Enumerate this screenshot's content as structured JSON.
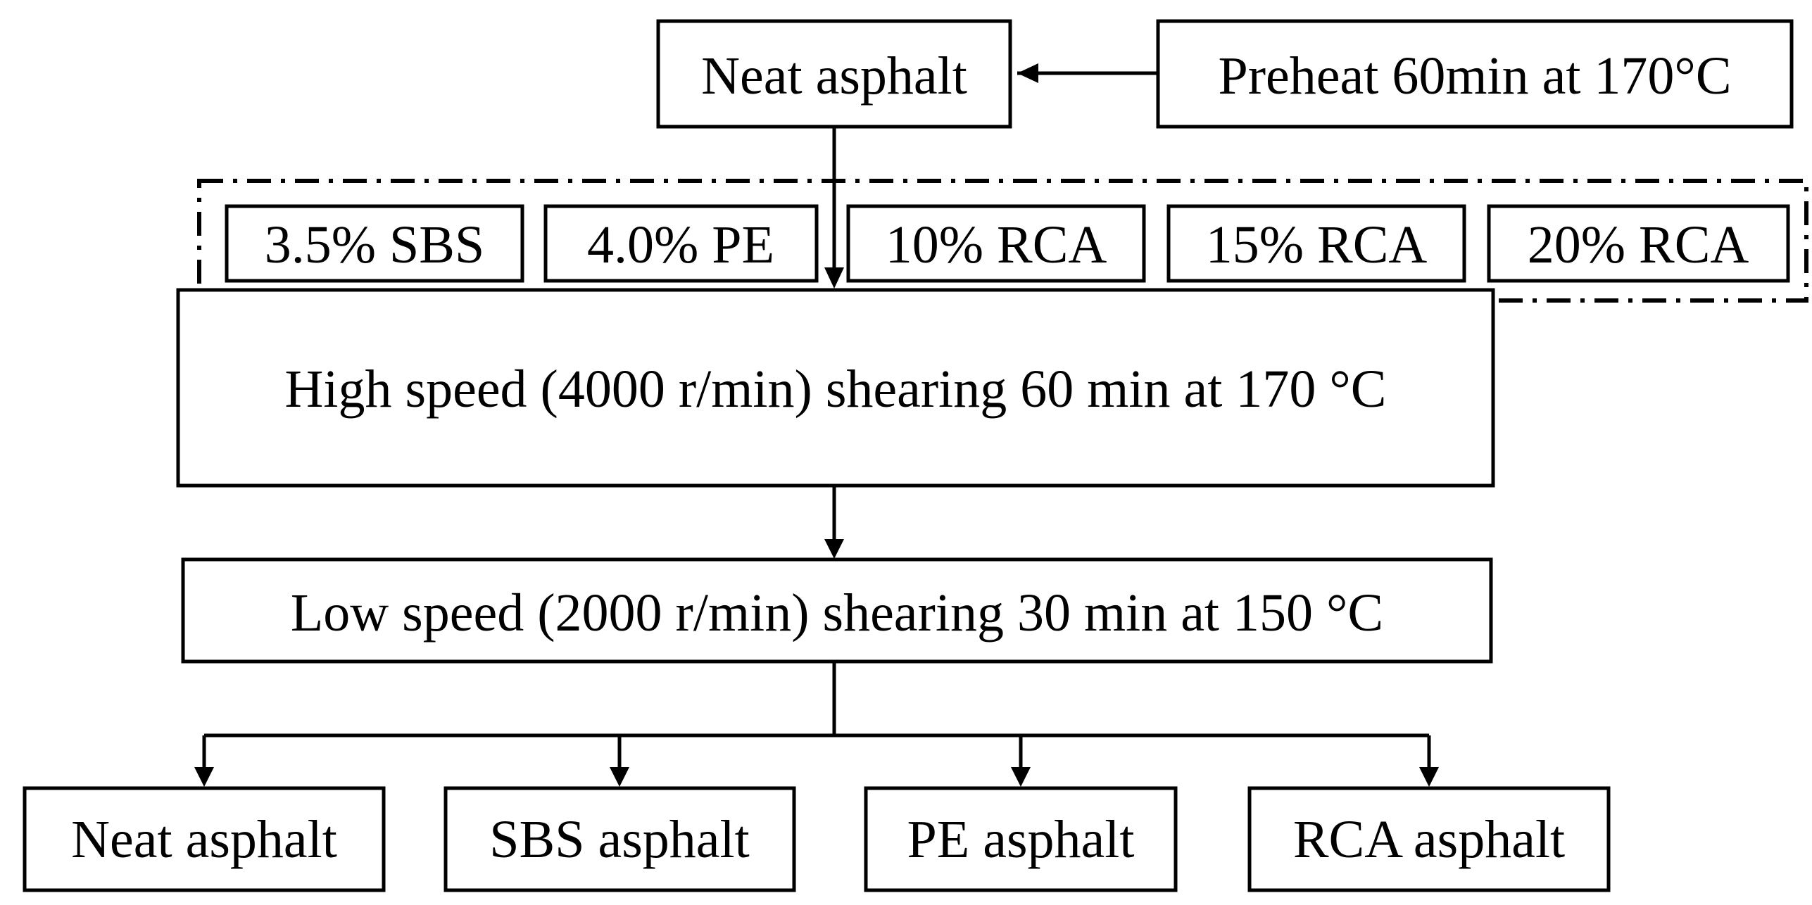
{
  "top": {
    "neat_asphalt": "Neat asphalt",
    "preheat": "Preheat 60min at 170°C"
  },
  "modifiers": [
    "3.5% SBS",
    "4.0% PE",
    "10% RCA",
    "15% RCA",
    "20% RCA"
  ],
  "steps": {
    "high_speed": "High speed (4000 r/min) shearing 60 min at 170 °C",
    "low_speed": "Low speed (2000 r/min) shearing 30 min at 150 °C"
  },
  "outputs": [
    "Neat asphalt",
    "SBS asphalt",
    "PE asphalt",
    "RCA asphalt"
  ]
}
